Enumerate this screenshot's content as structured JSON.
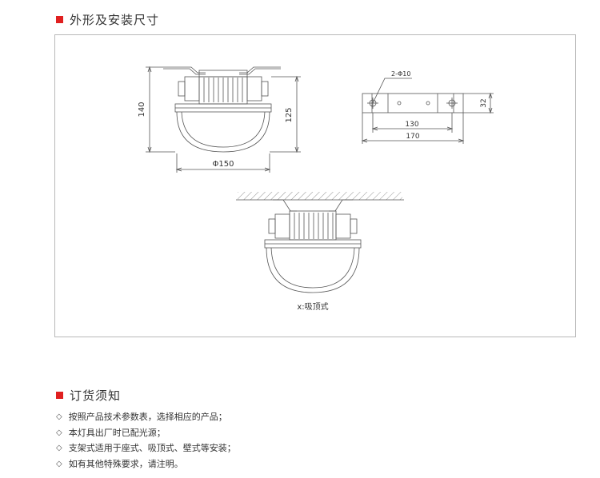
{
  "section1": {
    "title": "外形及安装尺寸"
  },
  "section2": {
    "title": "订货须知"
  },
  "drawing": {
    "front_view": {
      "height_total": "140",
      "height_body": "125",
      "diameter": "Φ150"
    },
    "bracket": {
      "hole_note": "2-Φ10",
      "hole_spacing": "130",
      "length": "170",
      "width": "32"
    },
    "mount_caption": "x:吸顶式"
  },
  "notes": [
    {
      "marker": "◇",
      "text": "按照产品技术参数表，选择相应的产品；"
    },
    {
      "marker": "◇",
      "text": "本灯具出厂时已配光源；"
    },
    {
      "marker": "◇",
      "text": "支架式适用于座式、吸顶式、壁式等安装；"
    },
    {
      "marker": "◇",
      "text": "如有其他特殊要求，请注明。"
    }
  ],
  "colors": {
    "accent": "#e02020",
    "line": "#555555",
    "frame": "#b8b8b8"
  }
}
